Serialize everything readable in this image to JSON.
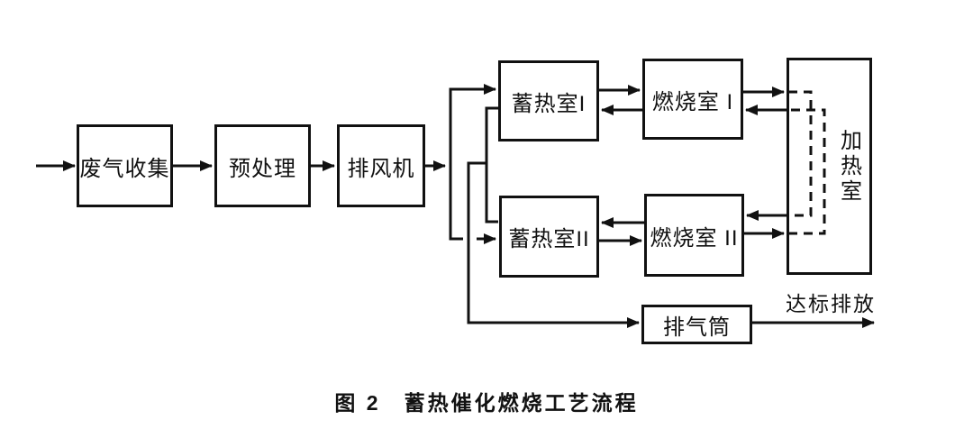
{
  "figure": {
    "caption": "图 2　蓄热催化燃烧工艺流程",
    "nodes": {
      "waste_gas_collection": "废气收集",
      "pretreatment": "预处理",
      "exhaust_fan": "排风机",
      "regenerator_1": "蓄热室I",
      "regenerator_2": "蓄热室II",
      "combustor_1": "燃烧室 I",
      "combustor_2": "燃烧室 II",
      "heating_chamber": "加热室",
      "exhaust_stack": "排气筒"
    },
    "labels": {
      "compliant_discharge": "达标排放"
    },
    "colors": {
      "line": "#111111",
      "background": "#ffffff"
    }
  }
}
